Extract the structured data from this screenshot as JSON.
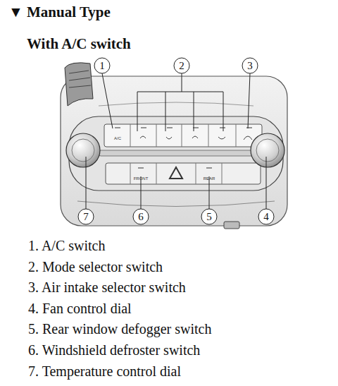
{
  "diagram": {
    "title": "▼ Manual Type",
    "labels": [
      "With A/C switch",
      "1",
      "2",
      "3",
      "A/C",
      "FRONT",
      "REAR",
      "7",
      "6",
      "5",
      "4",
      "1. A/C switch",
      "2. Mode selector switch",
      "3. Air intake selector switch",
      "4. Fan control dial",
      "5. Rear window defogger switch",
      "6. Windshield defroster switch",
      "7. Temperature control dial"
    ]
  }
}
